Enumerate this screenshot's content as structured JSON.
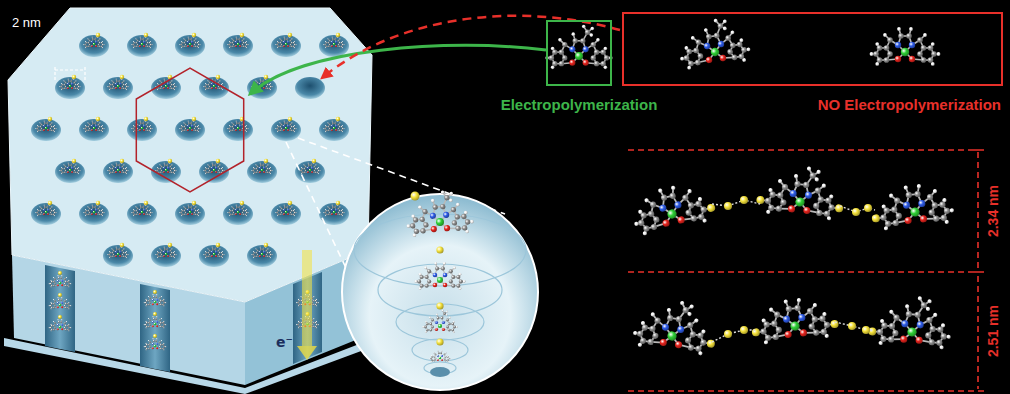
{
  "diagram": {
    "nodes": [
      {
        "text": [
          "Electropolymerization"
        ]
      },
      {
        "text": [
          "NO Electropolymerization"
        ]
      }
    ],
    "labels": [
      "2 nm",
      "e⁻",
      "2.34 nm",
      "2.51 nm"
    ]
  }
}
